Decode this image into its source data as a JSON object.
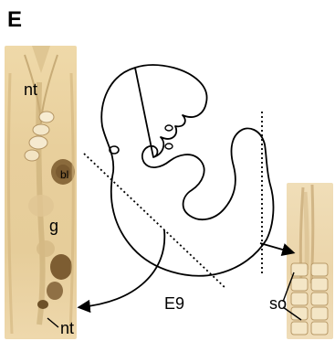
{
  "panel_letter": "E",
  "left_image": {
    "labels": {
      "top": "nt",
      "blood": "bl",
      "gut": "g",
      "bottom": "nt"
    }
  },
  "embryo_diagram": {
    "stage_label": "E9"
  },
  "right_image": {
    "label": "so"
  },
  "colors": {
    "line": "#000000",
    "tissue_light": "#efd9a9",
    "tissue_dark": "#8a6a3c"
  }
}
